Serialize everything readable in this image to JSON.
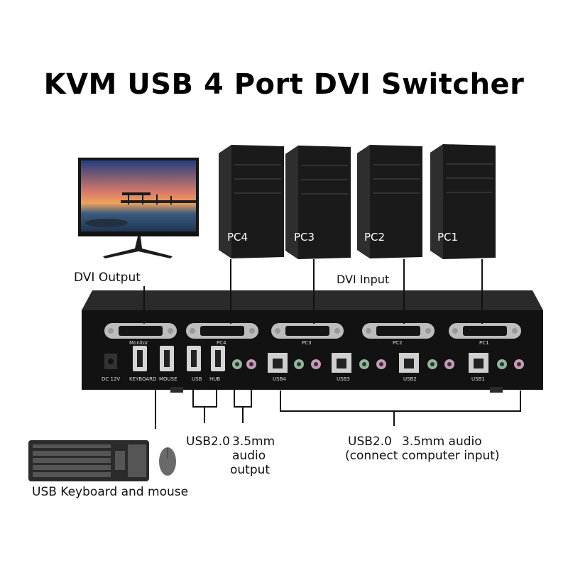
{
  "title": "KVM USB 4 Port DVI Switcher",
  "labels": {
    "dvi_output": "DVI Output",
    "dvi_input": "DVI Input",
    "usb20_hub": "USB2.0",
    "audio_output_1": "3.5mm",
    "audio_output_2": "audio",
    "audio_output_3": "output",
    "usb20_input": "USB2.0",
    "audio_input": "3.5mm audio",
    "connect_input": "(connect computer input)",
    "keyboard_mouse": "USB Keyboard and mouse"
  },
  "pcs": [
    {
      "label": "PC4"
    },
    {
      "label": "PC3"
    },
    {
      "label": "PC2"
    },
    {
      "label": "PC1"
    }
  ],
  "panel": {
    "monitor": "Monitor",
    "dc": "DC 12V",
    "keyboard": "KEYBOARD",
    "mouse": "MOUSE",
    "usb": "USB",
    "hub": "HUB",
    "dvi_ports": [
      "PC4",
      "PC3",
      "PC2",
      "PC1"
    ],
    "usb_ports": [
      "USB4",
      "USB3",
      "USB2",
      "USB1"
    ]
  },
  "colors": {
    "device_body": "#121212",
    "port_silver": "#c9c9c9",
    "audio_green": "#8fb89c",
    "mic_pink": "#c99ab6"
  }
}
